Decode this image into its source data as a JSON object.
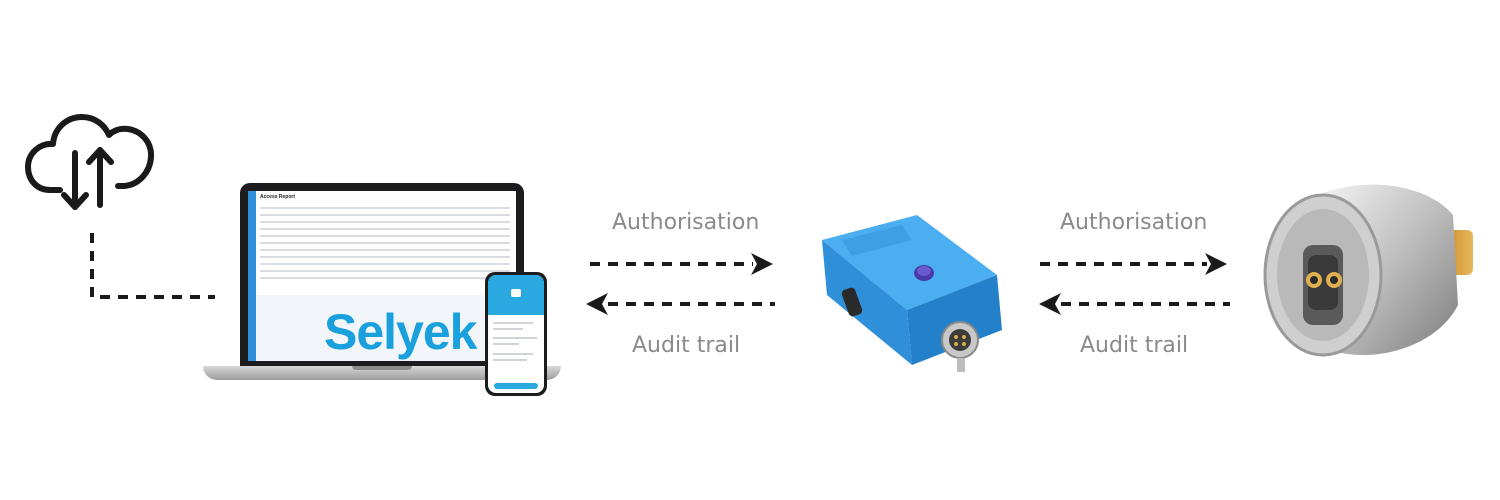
{
  "labels": {
    "authorisation_left": "Authorisation",
    "audit_left": "Audit trail",
    "authorisation_right": "Authorisation",
    "audit_right": "Audit trail"
  },
  "laptop": {
    "screen_title": "Access Report",
    "brand": "Selyek"
  },
  "colors": {
    "label_gray": "#8a8a8a",
    "arrow": "#1a1a1a",
    "brand_blue": "#1aa0dc",
    "device_blue": "#2f8fd8"
  },
  "icons": {
    "cloud": "cloud-upload-download-icon",
    "laptop": "laptop-icon",
    "phone": "smartphone-icon",
    "device": "bluetooth-key-device",
    "cylinder": "lock-cylinder"
  }
}
